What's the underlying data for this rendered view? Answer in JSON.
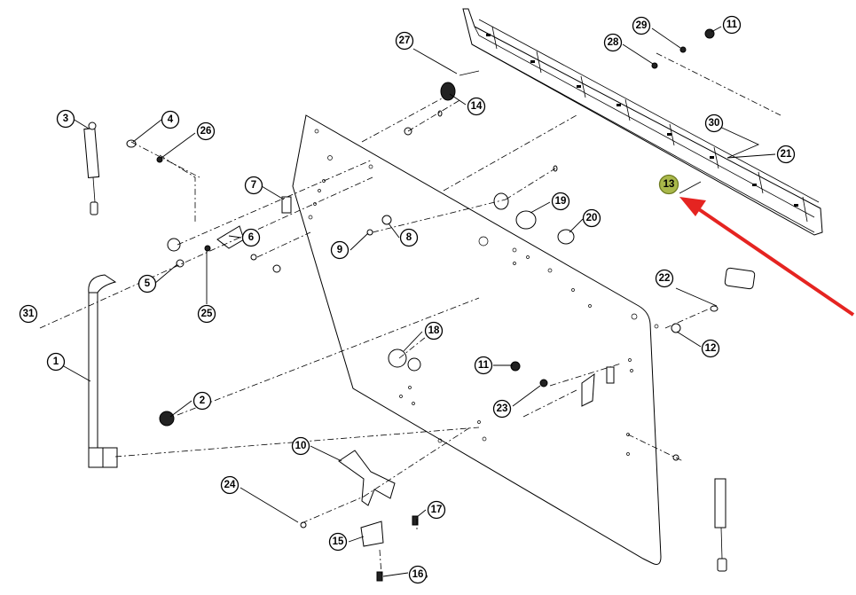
{
  "diagram": {
    "callouts": [
      "1",
      "2",
      "3",
      "4",
      "5",
      "6",
      "7",
      "8",
      "9",
      "10",
      "11",
      "11",
      "12",
      "13",
      "14",
      "15",
      "16",
      "17",
      "18",
      "19",
      "20",
      "21",
      "22",
      "23",
      "24",
      "25",
      "26",
      "27",
      "28",
      "29",
      "30",
      "31"
    ],
    "highlighted_callout": "13",
    "highlight_color": "#a9b84a",
    "arrow_color": "#e52421"
  }
}
